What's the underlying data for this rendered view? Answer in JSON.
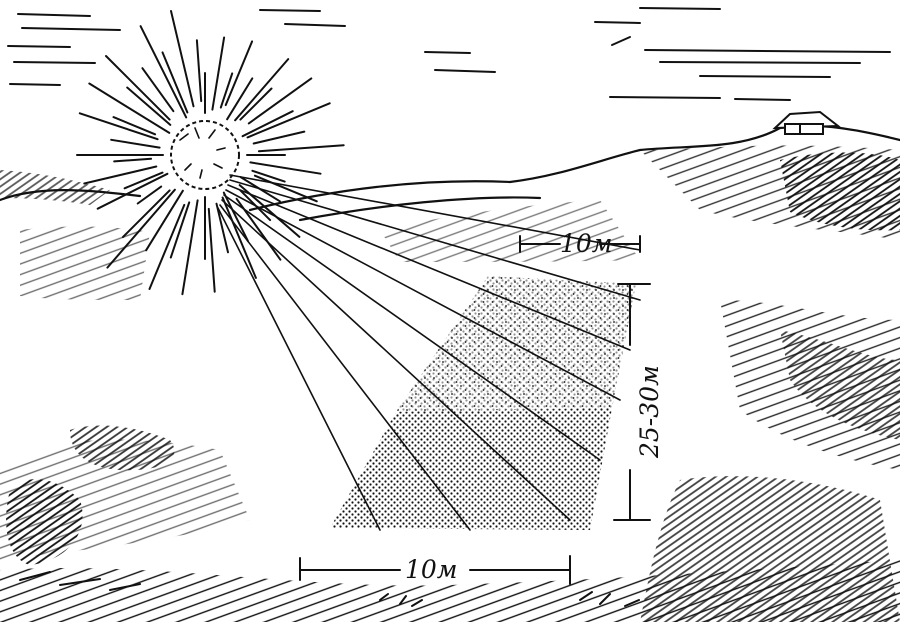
{
  "illustration": {
    "labels": {
      "top_width": "10м",
      "bottom_width": "10м",
      "depth": "25-30м"
    }
  }
}
